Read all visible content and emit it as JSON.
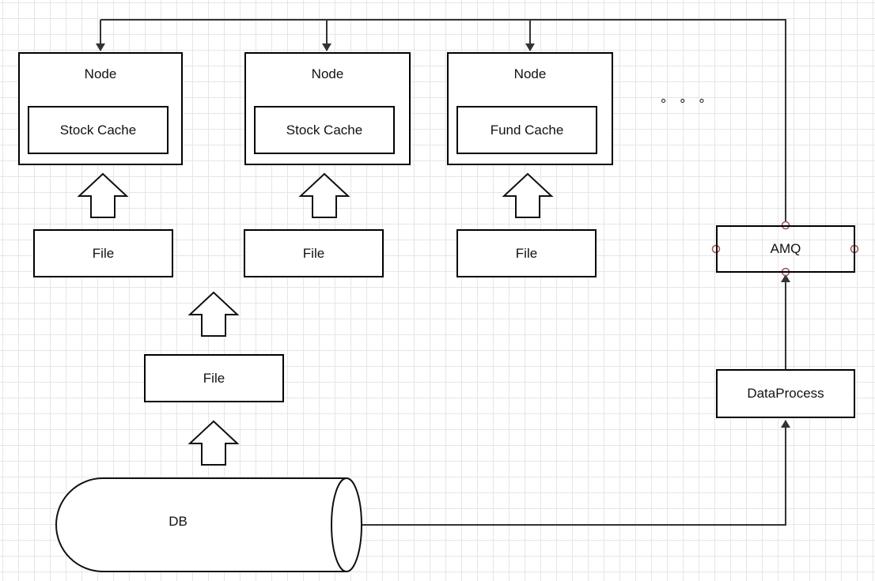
{
  "nodes": [
    {
      "title": "Node",
      "cache": "Stock Cache",
      "file": "File"
    },
    {
      "title": "Node",
      "cache": "Stock Cache",
      "file": "File"
    },
    {
      "title": "Node",
      "cache": "Fund Cache",
      "file": "File"
    }
  ],
  "ellipsis": "° ° °",
  "shared_file": "File",
  "db": "DB",
  "amq": "AMQ",
  "data_process": "DataProcess"
}
